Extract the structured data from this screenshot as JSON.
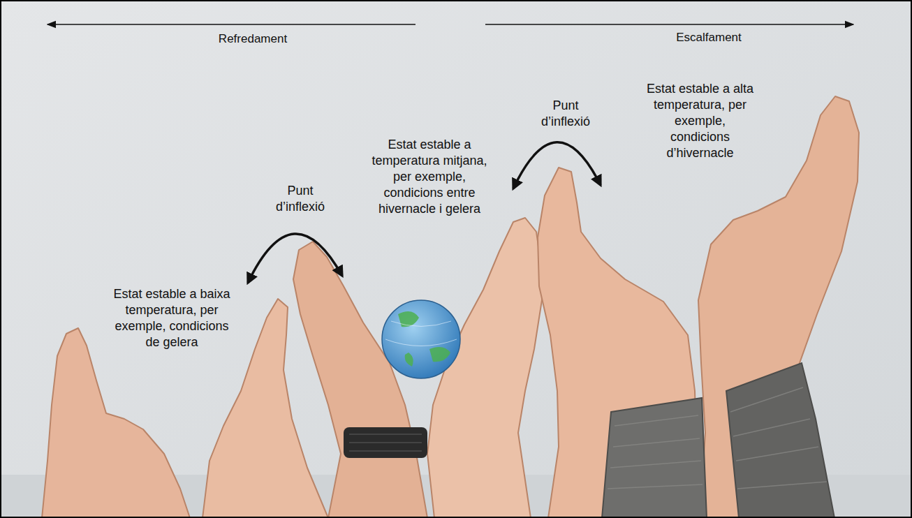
{
  "diagram": {
    "labels": [
      "Refredament",
      "Escalfament",
      "Estat estable a alta temperatura, per exemple, condicions d’hivernacle",
      "Punt d’inflexió",
      "Estat estable a temperatura mitjana, per exemple, condicions entre hivernacle i gelera",
      "Punt d’inflexió",
      "Estat estable a baixa temperatura, per exemple, condicions de gelera"
    ]
  }
}
